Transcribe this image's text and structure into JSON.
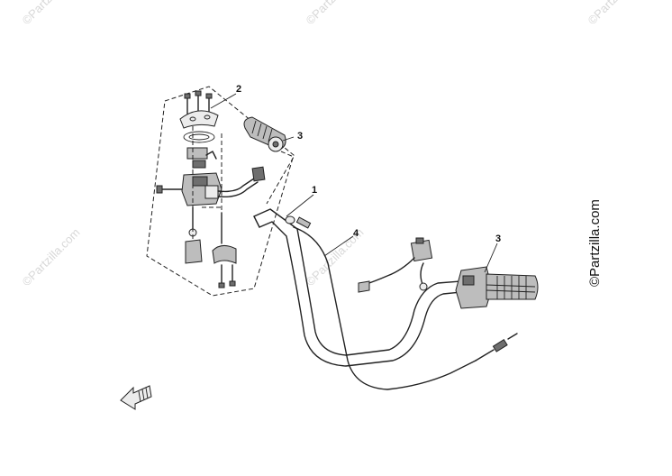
{
  "callouts": {
    "handlebar": "1",
    "left_switch_group": "2",
    "grip_left": "3",
    "grip_right": "3",
    "throttle_cable": "4"
  },
  "watermarks": {
    "top_left": "©Partzilla.com",
    "top_center": "©Partzilla.com",
    "top_right": "©Partzilla.com",
    "mid_left": "©Partzilla.com",
    "mid_center": "©Partzilla.com",
    "right_edge": "©Partzilla.com"
  },
  "colors": {
    "line": "#222222",
    "part_fill": "#bdbdbd",
    "watermark": "#d8d8d8"
  }
}
